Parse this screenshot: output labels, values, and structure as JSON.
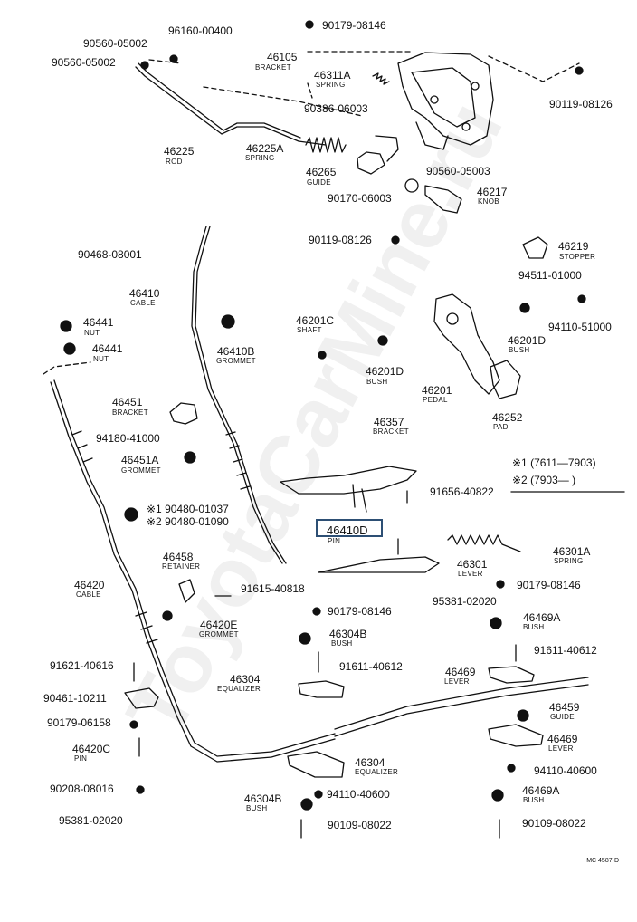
{
  "watermark": "ToyotaCarMine.ru",
  "diagram_code": "MC 4587-D",
  "highlighted_part": "46410D",
  "legend": {
    "line1_mark": "※1",
    "line1_text": "(7611—7903)",
    "line2_mark": "※2",
    "line2_text": "(7903—       )"
  },
  "labels": {
    "p90560_05002a": "90560-05002",
    "p90560_05002b": "90560-05002",
    "p96160_00400": "96160-00400",
    "p90179_08146a": "90179-08146",
    "p46105": "46105",
    "n46105": "BRACKET",
    "p46311A": "46311A",
    "n46311A": "SPRING",
    "p90119_08126a": "90119-08126",
    "p90386_06003": "90386-06003",
    "p46225": "46225",
    "n46225": "ROD",
    "p46225A": "46225A",
    "n46225A": "SPRING",
    "p46265": "46265",
    "n46265": "GUIDE",
    "p90560_05003": "90560-05003",
    "p90170_06003": "90170-06003",
    "p46217": "46217",
    "n46217": "KNOB",
    "p90119_08126b": "90119-08126",
    "p46219": "46219",
    "n46219": "STOPPER",
    "p94511_01000": "94511-01000",
    "p94110_51000": "94110-51000",
    "p90468_08001": "90468-08001",
    "p46410": "46410",
    "n46410": "CABLE",
    "p46441a": "46441",
    "n46441a": "NUT",
    "p46441b": "46441",
    "n46441b": "NUT",
    "p46410B": "46410B",
    "n46410B": "GROMMET",
    "p46201C": "46201C",
    "n46201C": "SHAFT",
    "p46201D_a": "46201D",
    "n46201D_a": "BUSH",
    "p46201D_b": "46201D",
    "n46201D_b": "BUSH",
    "p46201": "46201",
    "n46201": "PEDAL",
    "p46252": "46252",
    "n46252": "PAD",
    "p46451": "46451",
    "n46451": "BRACKET",
    "p94180_41000": "94180-41000",
    "p46451A": "46451A",
    "n46451A": "GROMMET",
    "p46357": "46357",
    "n46357": "BRACKET",
    "p91656_40822": "91656-40822",
    "p90480_01037": "※1 90480-01037",
    "p90480_01090": "※2 90480-01090",
    "pin_name": "PIN",
    "p46301A": "46301A",
    "n46301A": "SPRING",
    "p46301": "46301",
    "n46301": "LEVER",
    "p90179_08146b": "90179-08146",
    "p46458": "46458",
    "n46458": "RETAINER",
    "p91615_40818": "91615-40818",
    "p90179_08146c": "90179-08146",
    "p95381_02020a": "95381-02020",
    "p46420": "46420",
    "n46420": "CABLE",
    "p46420E": "46420E",
    "n46420E": "GROMMET",
    "p46469A_a": "46469A",
    "n46469A_a": "BUSH",
    "p46304B_a": "46304B",
    "n46304B_a": "BUSH",
    "p91621_40616": "91621-40616",
    "p91611_40612a": "91611-40612",
    "p91611_40612b": "91611-40612",
    "p46469_a": "46469",
    "n46469_a": "LEVER",
    "p46304_a": "46304",
    "n46304_a": "EQUALIZER",
    "p90461_10211": "90461-10211",
    "p46459": "46459",
    "n46459": "GUIDE",
    "p90179_06158": "90179-06158",
    "p46469_b": "46469",
    "n46469_b": "LEVER",
    "p46420C": "46420C",
    "n46420C": "PIN",
    "p46304_b": "46304",
    "n46304_b": "EQUALIZER",
    "p94110_40600a": "94110-40600",
    "p90208_08016": "90208-08016",
    "p46304B_b": "46304B",
    "n46304B_b": "BUSH",
    "p94110_40600b": "94110-40600",
    "p46469A_b": "46469A",
    "n46469A_b": "BUSH",
    "p95381_02020b": "95381-02020",
    "p90109_08022a": "90109-08022",
    "p90109_08022b": "90109-08022"
  }
}
